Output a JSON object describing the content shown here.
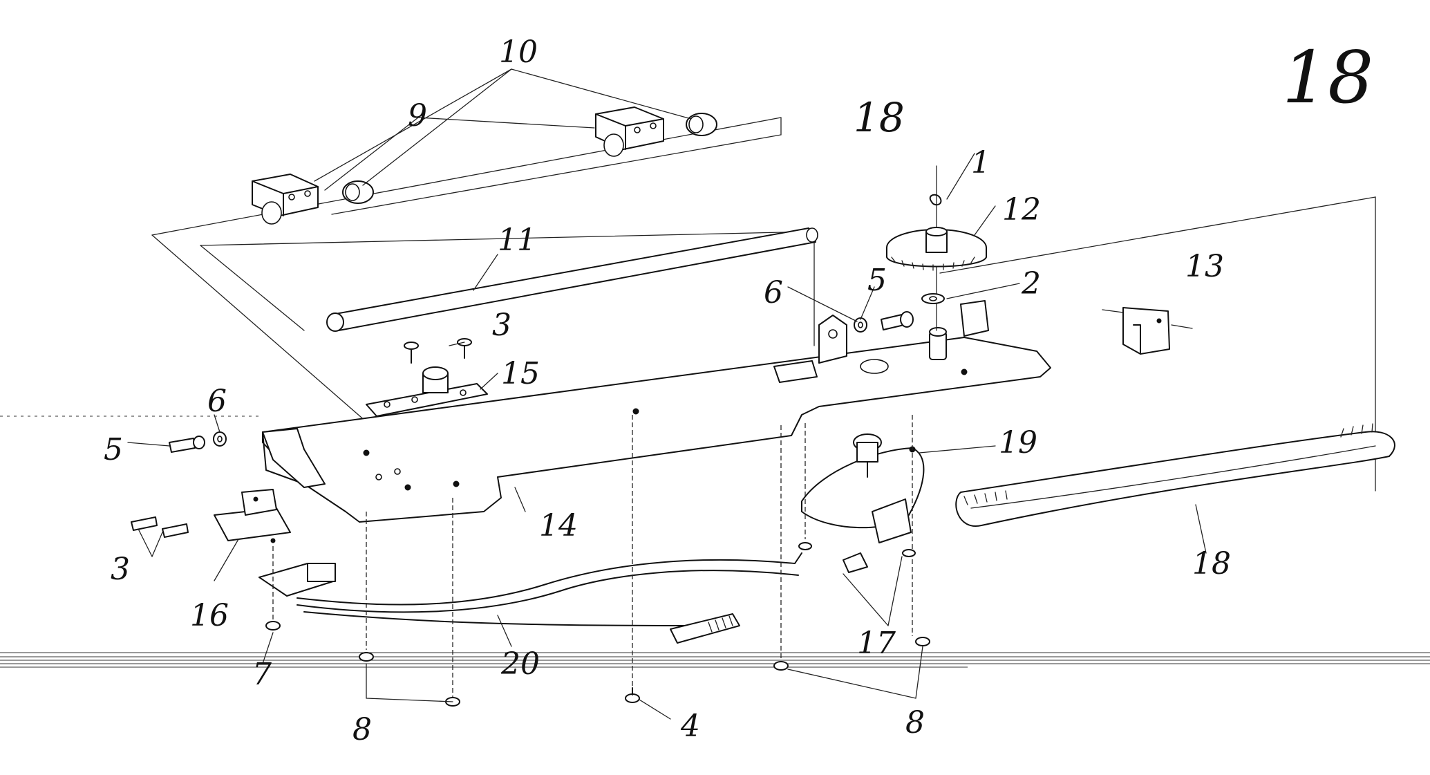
{
  "figure": {
    "number": "18",
    "handwritten_number": "18"
  },
  "labels": {
    "l1": "1",
    "l2": "2",
    "l3a": "3",
    "l3b": "3",
    "l4": "4",
    "l5a": "5",
    "l5b": "5",
    "l6a": "6",
    "l6b": "6",
    "l7": "7",
    "l8a": "8",
    "l8b": "8",
    "l9": "9",
    "l10": "10",
    "l11": "11",
    "l12": "12",
    "l13": "13",
    "l14": "14",
    "l15": "15",
    "l16": "16",
    "l17": "17",
    "l18": "18",
    "l19": "19",
    "l20": "20"
  }
}
